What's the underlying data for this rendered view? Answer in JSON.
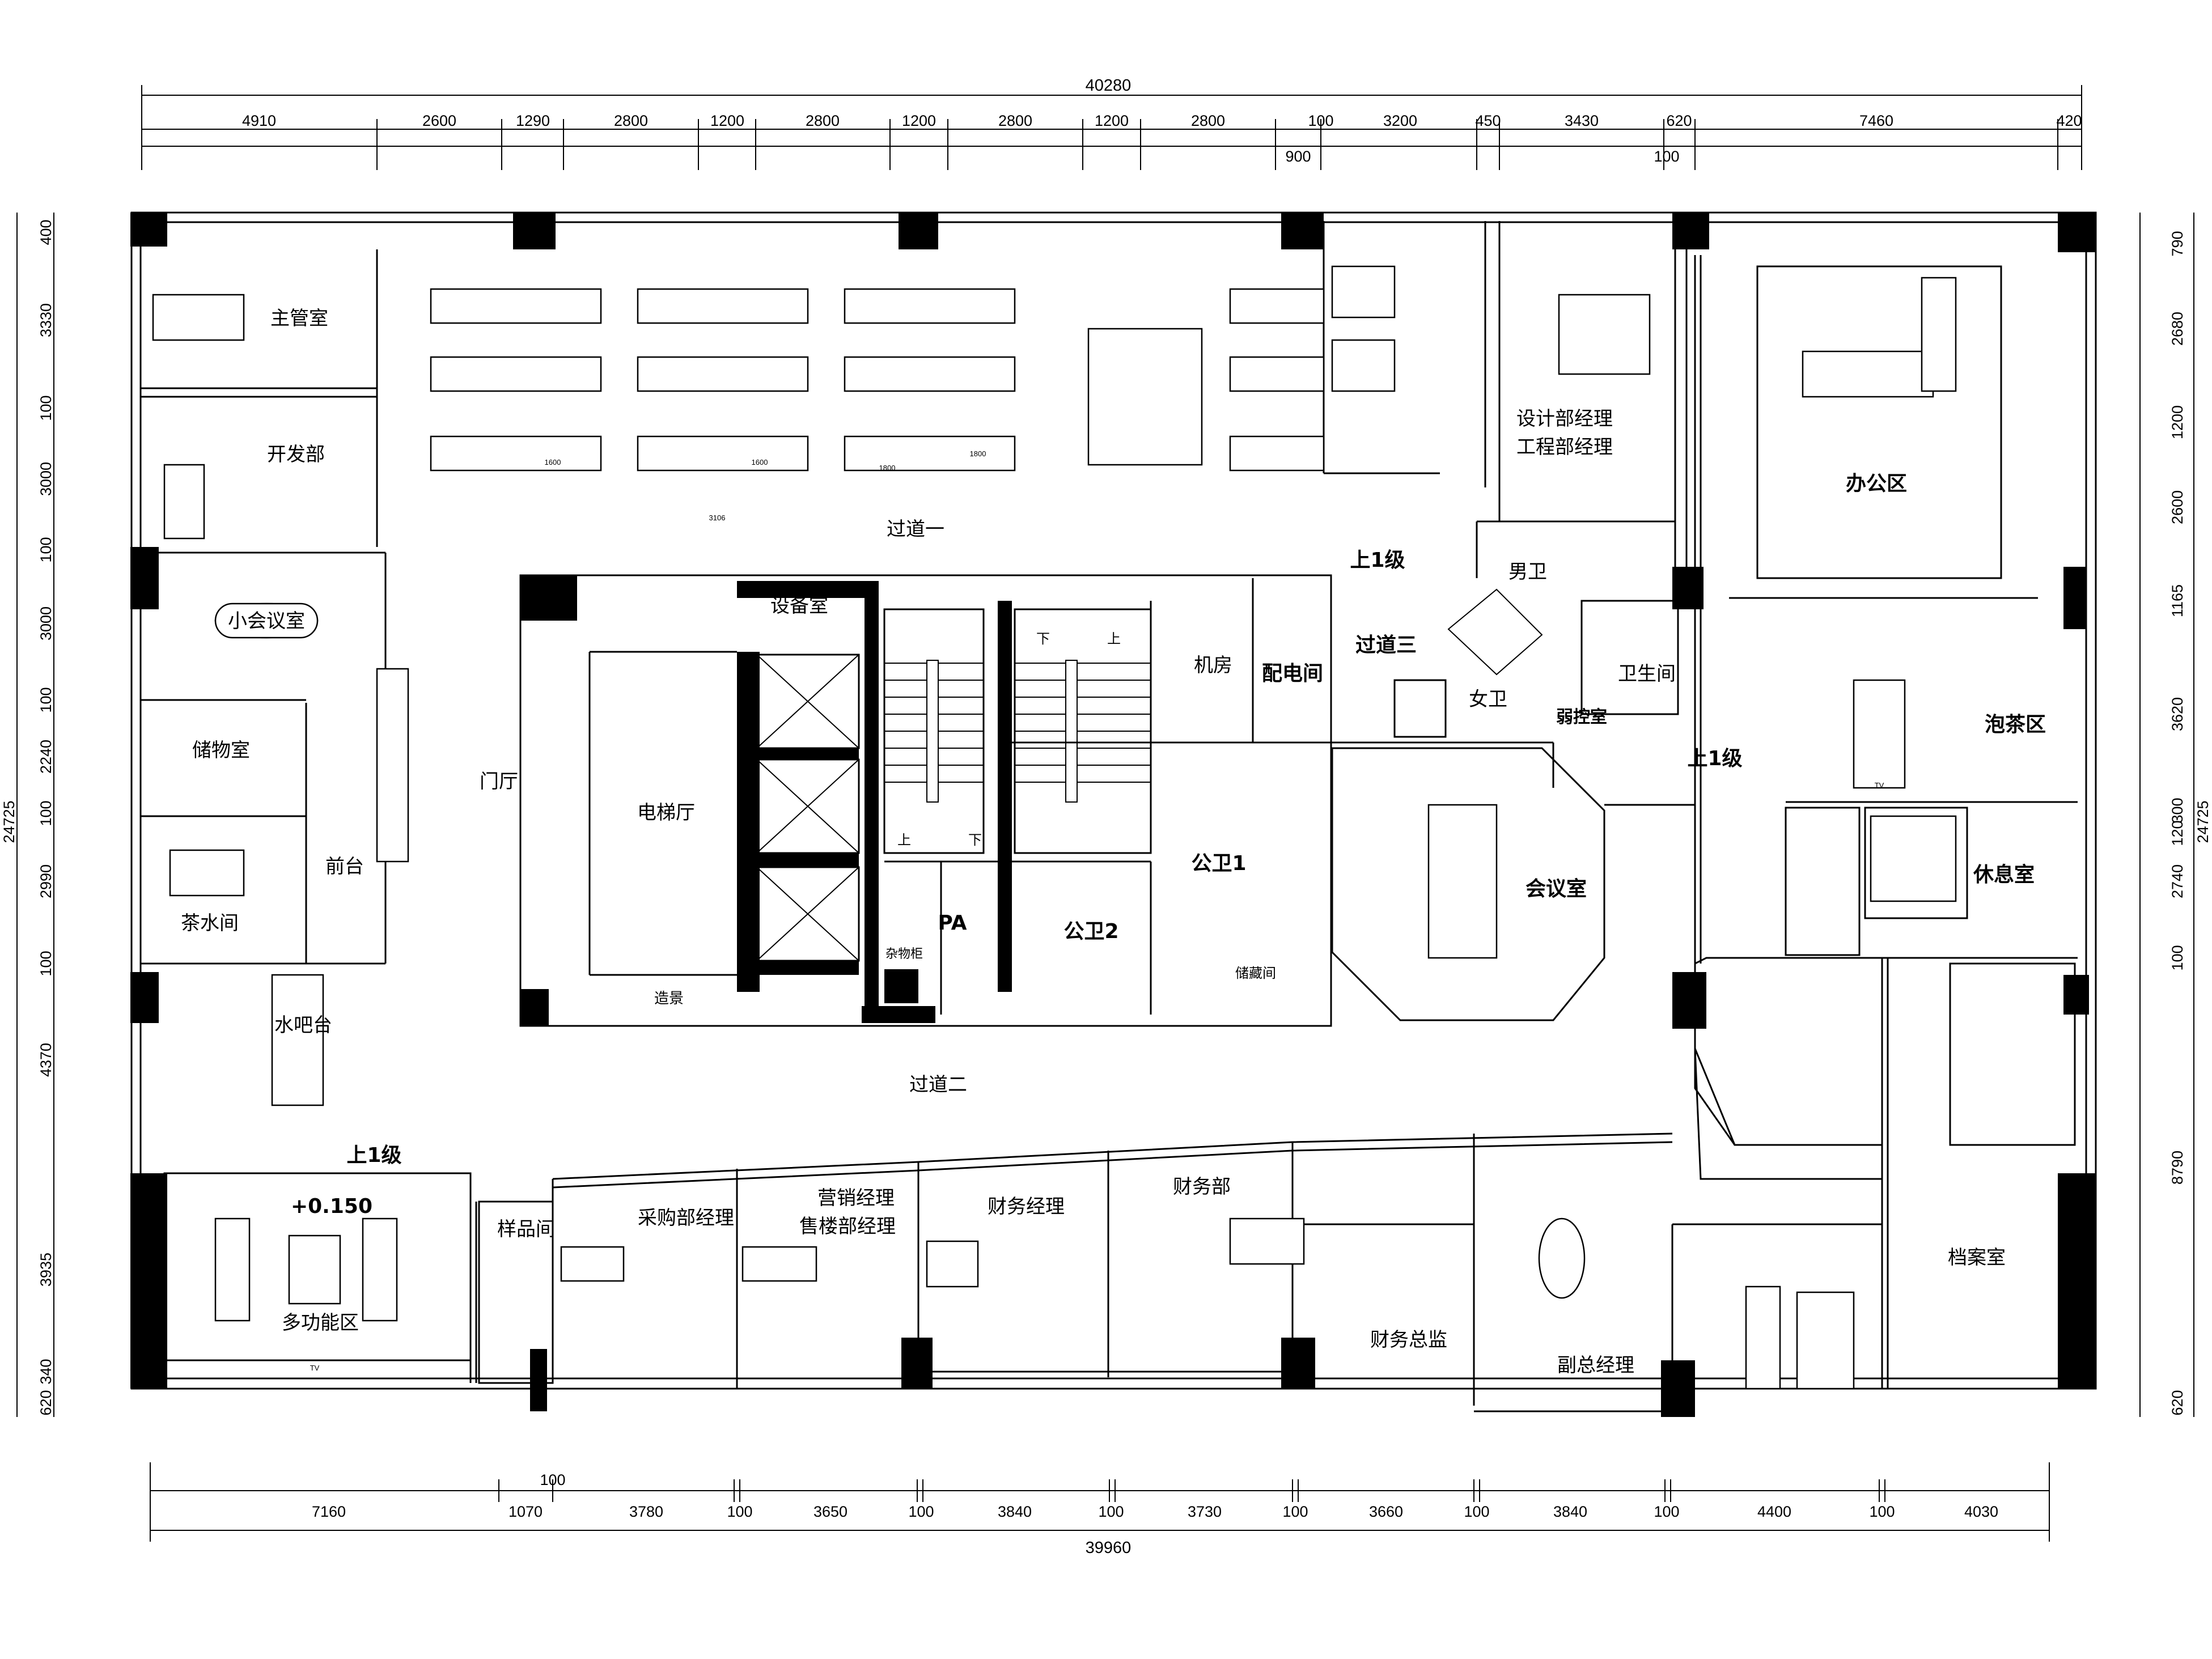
{
  "dimensions": {
    "top_total": "40280",
    "top": [
      "4910",
      "2600",
      "1290",
      "2800",
      "1200",
      "2800",
      "1200",
      "2800",
      "1200",
      "2800",
      "100",
      "3200",
      "450",
      "3430",
      "620",
      "7460",
      "420"
    ],
    "top_sub": [
      "900",
      "100"
    ],
    "bottom_total": "39960",
    "bottom": [
      "7160",
      "1070",
      "3780",
      "100",
      "3650",
      "100",
      "3840",
      "100",
      "3730",
      "100",
      "3660",
      "100",
      "3840",
      "100",
      "4400",
      "100",
      "4030"
    ],
    "bottom_sub": [
      "100"
    ],
    "left": [
      "400",
      "3330",
      "100",
      "3000",
      "100",
      "3000",
      "100",
      "2240",
      "100",
      "2990",
      "100",
      "4370",
      "3935",
      "340",
      "620"
    ],
    "left_total": "24725",
    "right": [
      "790",
      "2680",
      "1200",
      "2600",
      "1165",
      "3620",
      "300",
      "120",
      "2740",
      "100",
      "8790",
      "620"
    ],
    "right_total": "24725"
  },
  "rooms": {
    "zhuguan": "主管室",
    "kaifa": "开发部",
    "xiaohuiyi": "小会议室",
    "chuwu": "储物室",
    "chashui": "茶水间",
    "qiantai": "前台",
    "menting": "门厅",
    "shuiba": "水吧台",
    "duogongneng": "多功能区",
    "elevation": "+0.150",
    "shangji": "上1级",
    "yangpin": "样品间",
    "caigou": "采购部经理",
    "yingxiao": "营销经理",
    "shoulou": "售楼部经理",
    "caiwujingli": "财务经理",
    "caiwubu": "财务部",
    "caiwuzongjian": "财务总监",
    "fuzong": "副总经理",
    "dangan": "档案室",
    "guodao1": "过道一",
    "guodao2": "过道二",
    "guodao3": "过道三",
    "shebei": "设备室",
    "tiziting": "电梯厅",
    "jifang": "机房",
    "peidian": "配电间",
    "gongwei1": "公卫1",
    "gongwei2": "公卫2",
    "pa": "PA",
    "zawugui": "杂物柜",
    "zaojing": "造景",
    "jieshuijian": "储藏间",
    "sheji": "设计部经理",
    "gongcheng": "工程部经理",
    "nanwei": "男卫",
    "nvwei": "女卫",
    "weisheng": "卫生间",
    "ruokong": "弱控室",
    "huiyishi": "会议室",
    "bangong": "办公区",
    "paocha": "泡茶区",
    "xiuxi": "休息室",
    "shang": "上",
    "xia": "下",
    "tv": "TV",
    "desk1600a": "1600",
    "desk1600b": "1600",
    "desk1800a": "1800",
    "desk1800b": "1800",
    "desk3106": "3106"
  },
  "colors": {
    "wall": "#000000",
    "paper": "#ffffff"
  }
}
